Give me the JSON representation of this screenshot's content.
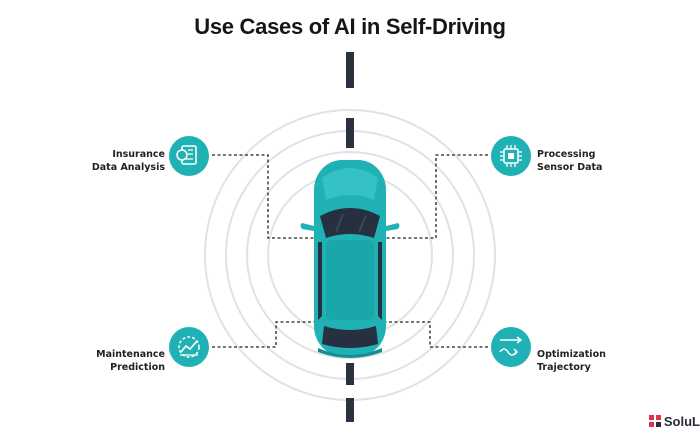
{
  "title": "Use Cases of AI in Self-Driving",
  "use_cases": [
    {
      "id": "insurance",
      "lines": [
        "Insurance",
        "Data Analysis"
      ],
      "icon": "insurance-document-icon"
    },
    {
      "id": "sensor",
      "lines": [
        "Processing",
        "Sensor Data"
      ],
      "icon": "processor-chip-icon"
    },
    {
      "id": "maintenance",
      "lines": [
        "Maintenance",
        "Prediction"
      ],
      "icon": "gear-chart-icon"
    },
    {
      "id": "trajectory",
      "lines": [
        "Optimization",
        "Trajectory"
      ],
      "icon": "route-arrows-icon"
    }
  ],
  "brand": {
    "text": "SoluL",
    "icon": "brand-logo-icon"
  },
  "colors": {
    "teal": "#1fb1b3",
    "teal_dark": "#138f92",
    "road": "#2c3140",
    "rings": "#dfe2e6",
    "connector": "#222222"
  }
}
